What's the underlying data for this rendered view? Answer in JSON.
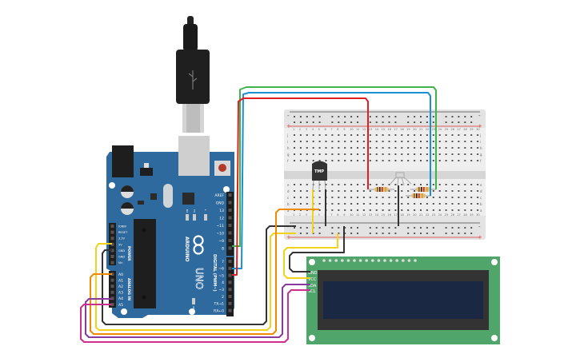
{
  "colors": {
    "arduino_board": "#2f6a9e",
    "breadboard": "#e3e3e3",
    "lcd_pcb": "#4fa56a",
    "lcd_screen": "#1b2844",
    "wire_green": "#3db54a",
    "wire_blue": "#1a8fd1",
    "wire_red": "#e02020",
    "wire_orange": "#f08a00",
    "wire_yellow": "#f3d21c",
    "wire_black": "#333333",
    "wire_purple": "#8a3a9e",
    "wire_magenta": "#cc2f8c"
  },
  "arduino": {
    "brand": "ARDUINO",
    "model": "UNO",
    "digital_label": "DIGITAL (PWM~)",
    "power_label": "POWER",
    "analog_label": "ANALOG IN",
    "led_labels": [
      "RX",
      "TX",
      "L",
      "ON"
    ],
    "digital_pins": [
      "AREF",
      "GND",
      "13",
      "12",
      "~11",
      "~10",
      "~9",
      "8",
      "7",
      "~6",
      "~5",
      "4",
      "~3",
      "2",
      "TX→1",
      "RX←0"
    ],
    "power_pins": [
      "IOREF",
      "RESET",
      "3.3V",
      "5V",
      "GND",
      "GND",
      "Vin"
    ],
    "analog_pins": [
      "A0",
      "A1",
      "A2",
      "A3",
      "A4",
      "A5"
    ]
  },
  "breadboard": {
    "rail_minus": "-",
    "rail_plus": "+",
    "rows_top": [
      "j",
      "i",
      "h",
      "g",
      "f"
    ],
    "rows_bottom": [
      "e",
      "d",
      "c",
      "b",
      "a"
    ],
    "columns": 30
  },
  "sensor": {
    "label": "TMP"
  },
  "lcd": {
    "pins": [
      "GND",
      "VCC",
      "SDA",
      "SCL"
    ]
  }
}
